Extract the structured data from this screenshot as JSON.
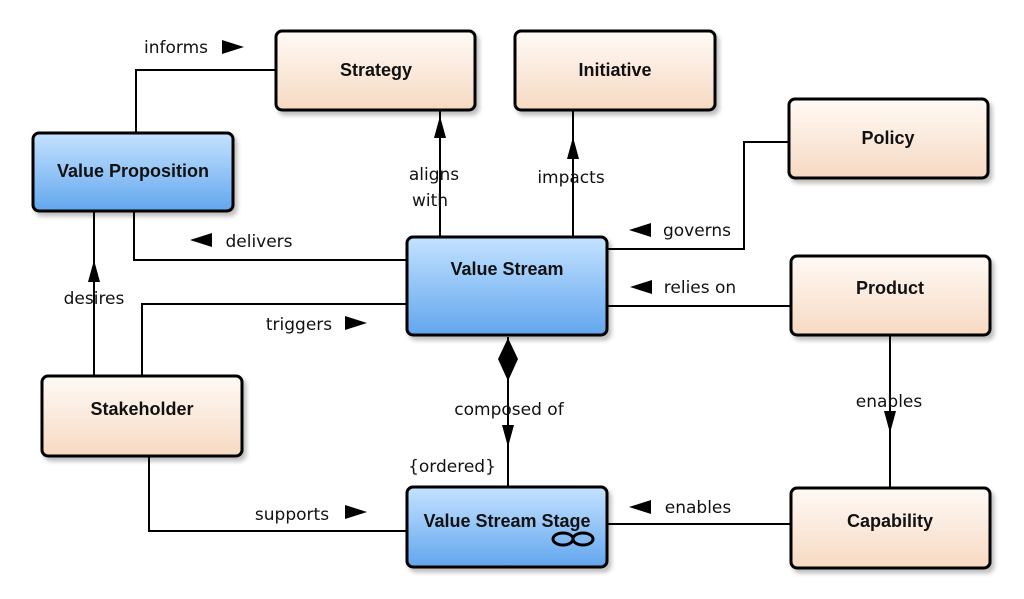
{
  "nodes": {
    "strategy": "Strategy",
    "initiative": "Initiative",
    "policy": "Policy",
    "value_proposition": "Value Proposition",
    "value_stream": "Value Stream",
    "product": "Product",
    "stakeholder": "Stakeholder",
    "value_stream_stage": "Value Stream Stage",
    "capability": "Capability"
  },
  "relations": {
    "informs": "informs",
    "aligns_with_1": "aligns",
    "aligns_with_2": "with",
    "impacts": "impacts",
    "governs": "governs",
    "delivers": "delivers",
    "relies_on": "relies on",
    "desires": "desires",
    "triggers": "triggers",
    "composed_of": "composed of",
    "ordered": "{ordered}",
    "enables_product": "enables",
    "supports": "supports",
    "enables_capability": "enables"
  },
  "colors": {
    "blue_fill_top": "#bfe0ff",
    "blue_fill_bottom": "#66aaf0",
    "beige_fill_top": "#ffffff",
    "beige_fill_bottom": "#f7dcc6",
    "line": "#000000"
  },
  "icons": {
    "aggregation": "diamond-icon",
    "stage": "infinity-icon"
  }
}
